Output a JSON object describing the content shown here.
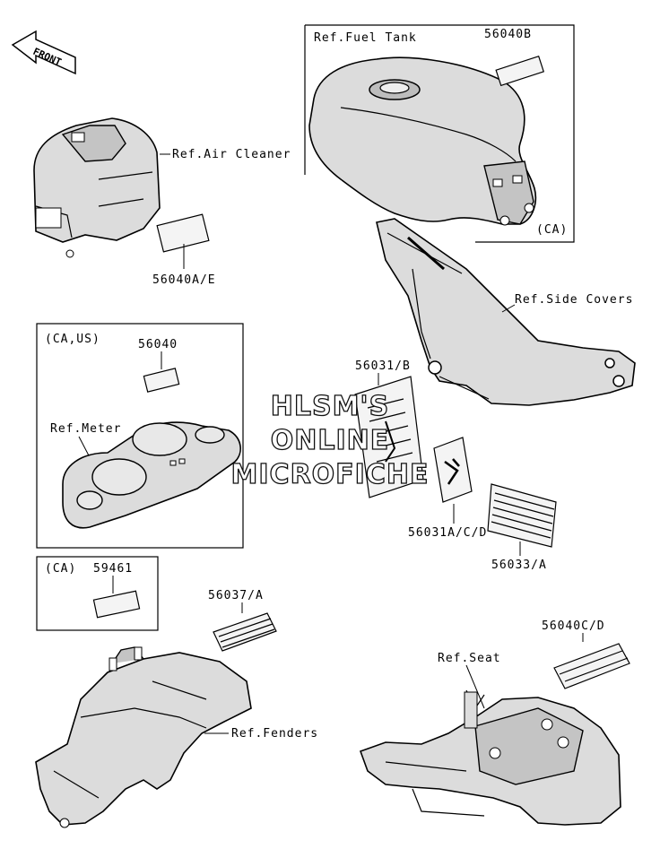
{
  "front_arrow": {
    "text": "FRONT",
    "icon": "front-arrow-icon"
  },
  "callouts": {
    "fuel_tank": "Ref.Fuel Tank",
    "p56040B": "56040B",
    "ca_tank": "(CA)",
    "air_cleaner": "Ref.Air Cleaner",
    "p56040AE": "56040A/E",
    "side_covers": "Ref.Side Covers",
    "ca_us": "(CA,US)",
    "p56040": "56040",
    "meter": "Ref.Meter",
    "p56031B": "56031/B",
    "p56031ACD": "56031A/C/D",
    "p56033A": "56033/A",
    "ca_box": "(CA)",
    "p59461": "59461",
    "p56037A": "56037/A",
    "p56040CD": "56040C/D",
    "seat": "Ref.Seat",
    "fenders": "Ref.Fenders"
  },
  "watermark": {
    "line1": "HLSM'S",
    "line2": "ONLINE",
    "line3": "MICROFICHE"
  }
}
